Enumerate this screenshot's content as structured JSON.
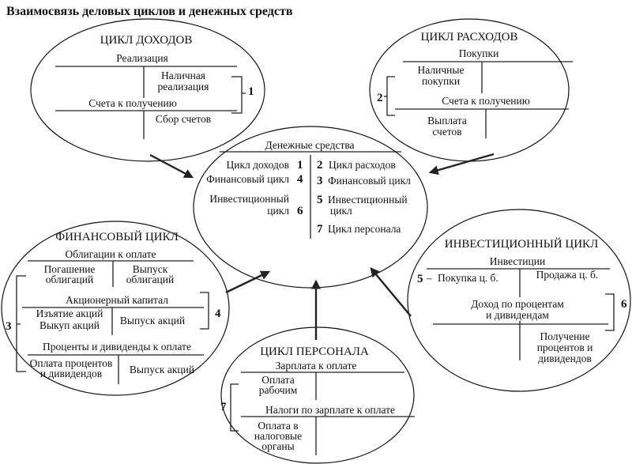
{
  "title": "Взаимосвязь деловых циклов  и  денежных  средств",
  "income": {
    "title": "ЦИКЛ ДОХОДОВ",
    "acc1": "Реализация",
    "acc1_right": [
      "Наличная",
      "реализация"
    ],
    "acc2": "Счета к получению",
    "acc2_right": "Сбор счетов",
    "num": "1"
  },
  "expense": {
    "title": "ЦИКЛ РАСХОДОВ",
    "acc1": "Покупки",
    "acc1_left": [
      "Наличные",
      "покупки"
    ],
    "acc2": "Счета к получению",
    "acc2_left": [
      "Выплата",
      "счетов"
    ],
    "num": "2"
  },
  "cash": {
    "title": "Денежные средства",
    "left": [
      {
        "label": "Цикл доходов",
        "num": "1"
      },
      {
        "label": "Финансовый цикл",
        "num": "4"
      },
      {
        "label": [
          "Инвестиционный",
          "цикл"
        ],
        "num": "6"
      }
    ],
    "right": [
      {
        "num": "2",
        "label": "Цикл  расходов"
      },
      {
        "num": "3",
        "label": "Финансовый цикл"
      },
      {
        "num": "5",
        "label": [
          "Инвестиционный",
          "цикл"
        ]
      },
      {
        "num": "7",
        "label": "Цикл  персонала"
      }
    ]
  },
  "finance": {
    "title": "ФИНАНСОВЫЙ ЦИКЛ",
    "acc1": "Облигации к оплате",
    "acc1_left": [
      "Погашение",
      "облигаций"
    ],
    "acc1_right": [
      "Выпуск",
      "облигаций"
    ],
    "acc2": "Акционерный капитал",
    "acc2_left": [
      "Изъятие акций",
      "Выкуп акций"
    ],
    "acc2_right": "Выпуск акций",
    "acc3": "Проценты и дивиденды к оплате",
    "acc3_left": [
      "Оплата процентов",
      "и дивидендов"
    ],
    "acc3_right": "Выпуск акций",
    "num_left": "3",
    "num_right": "4"
  },
  "invest": {
    "title": "ИНВЕСТИЦИОННЫЙ ЦИКЛ",
    "acc1": "Инвестиции",
    "acc1_left": "Покупка ц. б.",
    "acc1_left_num": "5",
    "acc1_dash": "–",
    "acc1_right": "Продажа ц. б.",
    "acc2": [
      "Доход по процентам",
      "и дивидендам"
    ],
    "acc2_right": [
      "Получение",
      "процентов и",
      "дивидендов"
    ],
    "num": "6"
  },
  "personnel": {
    "title": "ЦИКЛ ПЕРСОНАЛА",
    "acc1": "Зарплата к оплате",
    "acc1_left": [
      "Оплата",
      "рабочим"
    ],
    "acc2": "Налоги по зарплате к оплате",
    "acc2_left": [
      "Оплата в",
      "налоговые",
      "органы"
    ],
    "num": "7"
  }
}
